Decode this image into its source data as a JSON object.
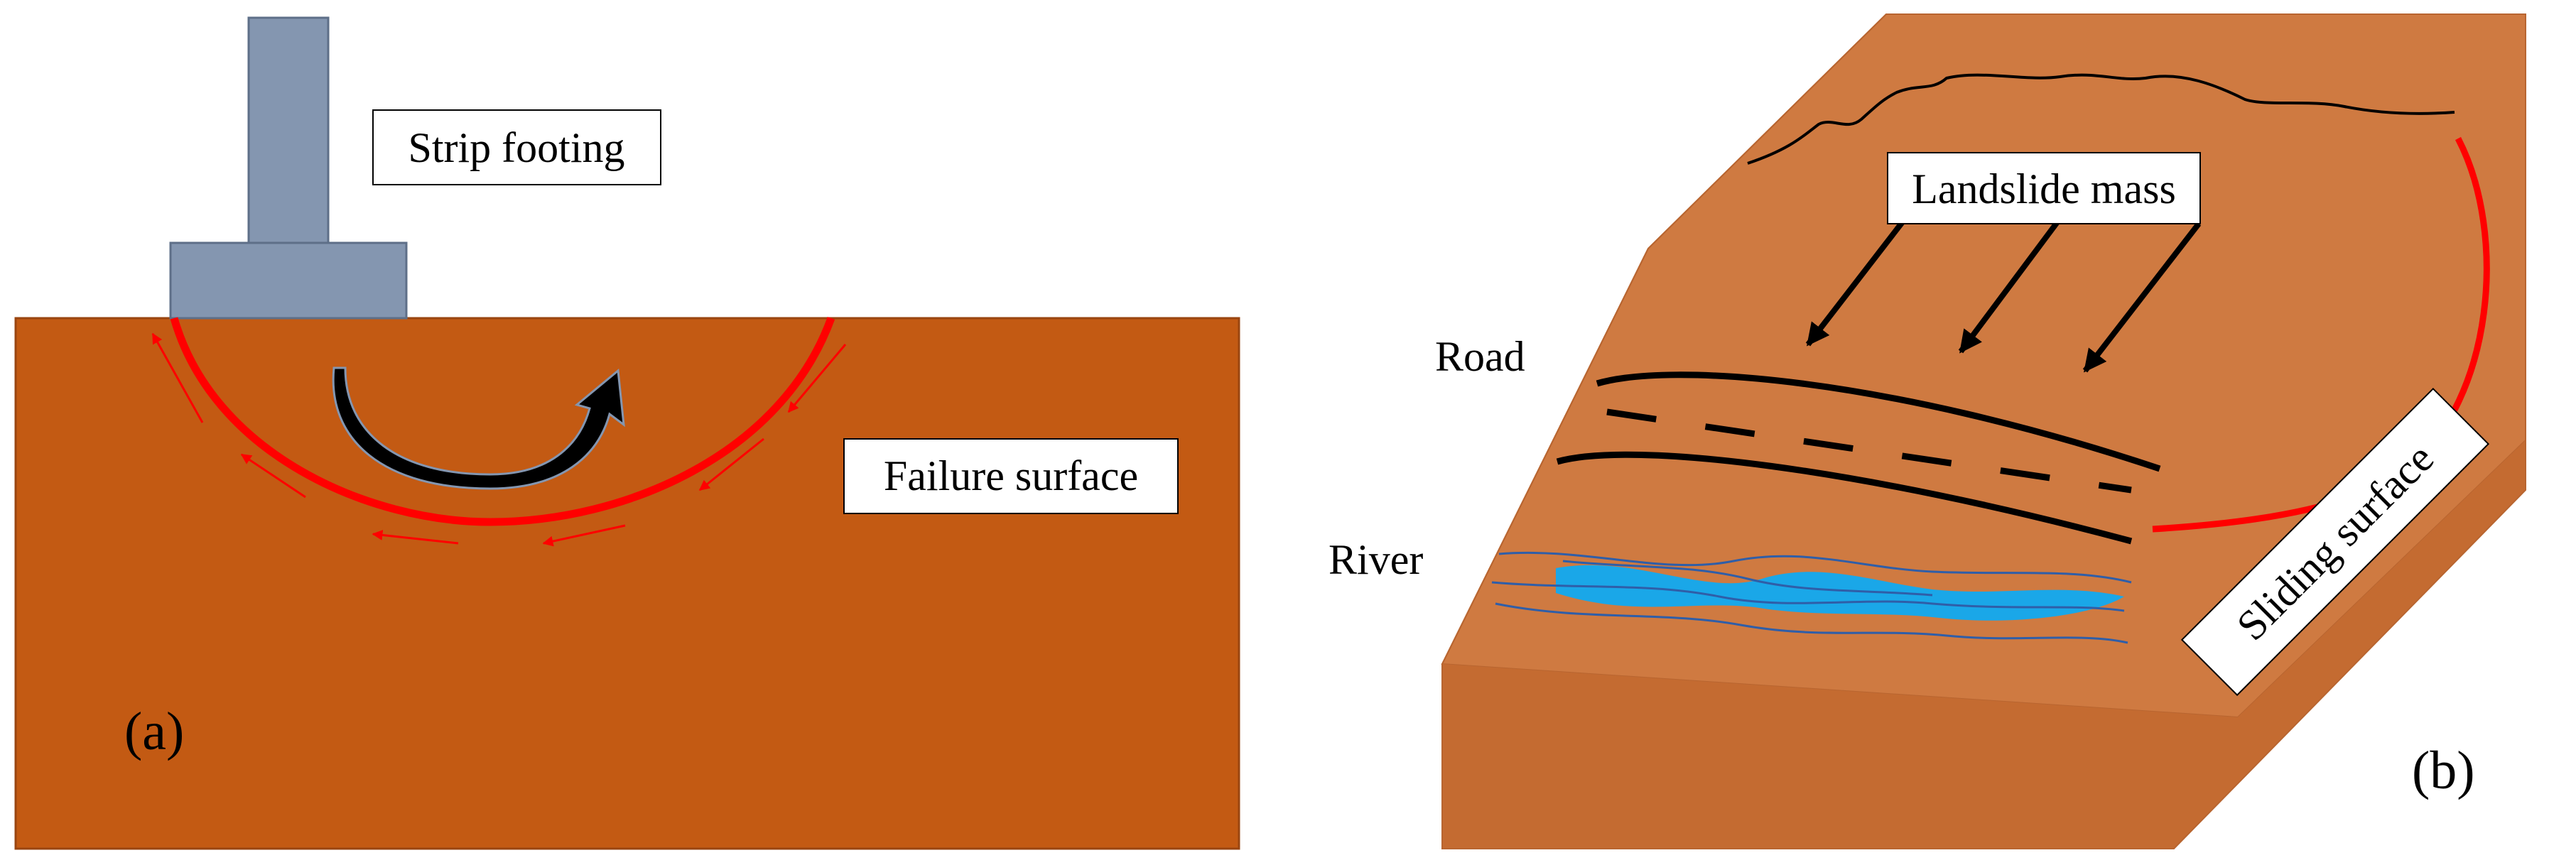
{
  "panel_a": {
    "panel_label": "(a)",
    "strip_footing_label": "Strip footing",
    "failure_surface_label": "Failure surface",
    "colors": {
      "soil": "#c35a13",
      "footing": "#8496b0",
      "failure_surface": "#ff0000",
      "rotation_arrow": "#000000"
    }
  },
  "panel_b": {
    "panel_label": "(b)",
    "landslide_mass_label": "Landslide mass",
    "road_label": "Road",
    "river_label": "River",
    "sliding_surface_label": "Sliding surface",
    "colors": {
      "slope_top": "#cf7a41",
      "slope_front": "#c97035",
      "slope_side": "#c46b31",
      "sliding_surface": "#ff0000",
      "river_water": "#1aa7e8",
      "river_outline": "#2f5ea8"
    }
  }
}
